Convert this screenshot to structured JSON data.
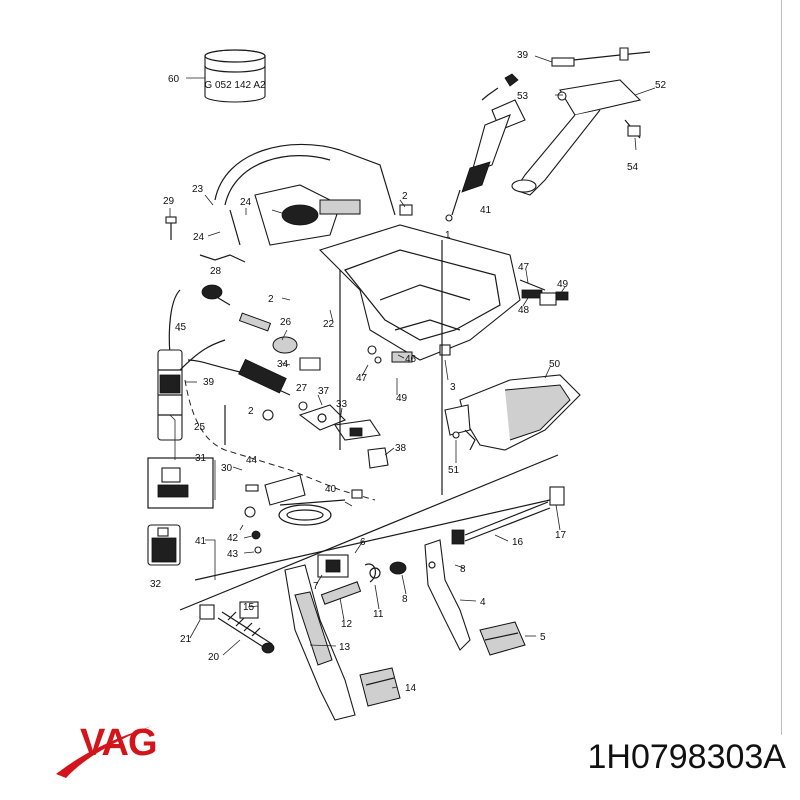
{
  "brand": {
    "name": "VAG",
    "color": "#d4141b"
  },
  "part_number": "1H0798303A",
  "seal_text": "G 052 142 A2",
  "callouts": [
    {
      "id": "c1",
      "label": "1"
    },
    {
      "id": "c2a",
      "label": "2"
    },
    {
      "id": "c2b",
      "label": "2"
    },
    {
      "id": "c2c",
      "label": "2"
    },
    {
      "id": "c3",
      "label": "3"
    },
    {
      "id": "c4",
      "label": "4"
    },
    {
      "id": "c5",
      "label": "5"
    },
    {
      "id": "c6",
      "label": "6"
    },
    {
      "id": "c7",
      "label": "7"
    },
    {
      "id": "c8a",
      "label": "8"
    },
    {
      "id": "c8b",
      "label": "8"
    },
    {
      "id": "c11",
      "label": "11"
    },
    {
      "id": "c12",
      "label": "12"
    },
    {
      "id": "c13",
      "label": "13"
    },
    {
      "id": "c14",
      "label": "14"
    },
    {
      "id": "c15",
      "label": "15"
    },
    {
      "id": "c16",
      "label": "16"
    },
    {
      "id": "c17",
      "label": "17"
    },
    {
      "id": "c20",
      "label": "20"
    },
    {
      "id": "c21",
      "label": "21"
    },
    {
      "id": "c22",
      "label": "22"
    },
    {
      "id": "c23",
      "label": "23"
    },
    {
      "id": "c24a",
      "label": "24"
    },
    {
      "id": "c24b",
      "label": "24"
    },
    {
      "id": "c25",
      "label": "25"
    },
    {
      "id": "c26",
      "label": "26"
    },
    {
      "id": "c27",
      "label": "27"
    },
    {
      "id": "c28",
      "label": "28"
    },
    {
      "id": "c29",
      "label": "29"
    },
    {
      "id": "c30",
      "label": "30"
    },
    {
      "id": "c31",
      "label": "31"
    },
    {
      "id": "c32",
      "label": "32"
    },
    {
      "id": "c33",
      "label": "33"
    },
    {
      "id": "c34",
      "label": "34"
    },
    {
      "id": "c37",
      "label": "37"
    },
    {
      "id": "c38",
      "label": "38"
    },
    {
      "id": "c39a",
      "label": "39"
    },
    {
      "id": "c39b",
      "label": "39"
    },
    {
      "id": "c40",
      "label": "40"
    },
    {
      "id": "c41a",
      "label": "41"
    },
    {
      "id": "c41b",
      "label": "41"
    },
    {
      "id": "c42",
      "label": "42"
    },
    {
      "id": "c43",
      "label": "43"
    },
    {
      "id": "c44",
      "label": "44"
    },
    {
      "id": "c45",
      "label": "45"
    },
    {
      "id": "c46",
      "label": "46"
    },
    {
      "id": "c47a",
      "label": "47"
    },
    {
      "id": "c47b",
      "label": "47"
    },
    {
      "id": "c48",
      "label": "48"
    },
    {
      "id": "c49a",
      "label": "49"
    },
    {
      "id": "c49b",
      "label": "49"
    },
    {
      "id": "c50",
      "label": "50"
    },
    {
      "id": "c51",
      "label": "51"
    },
    {
      "id": "c52",
      "label": "52"
    },
    {
      "id": "c53",
      "label": "53"
    },
    {
      "id": "c54",
      "label": "54"
    },
    {
      "id": "c60",
      "label": "60"
    }
  ]
}
